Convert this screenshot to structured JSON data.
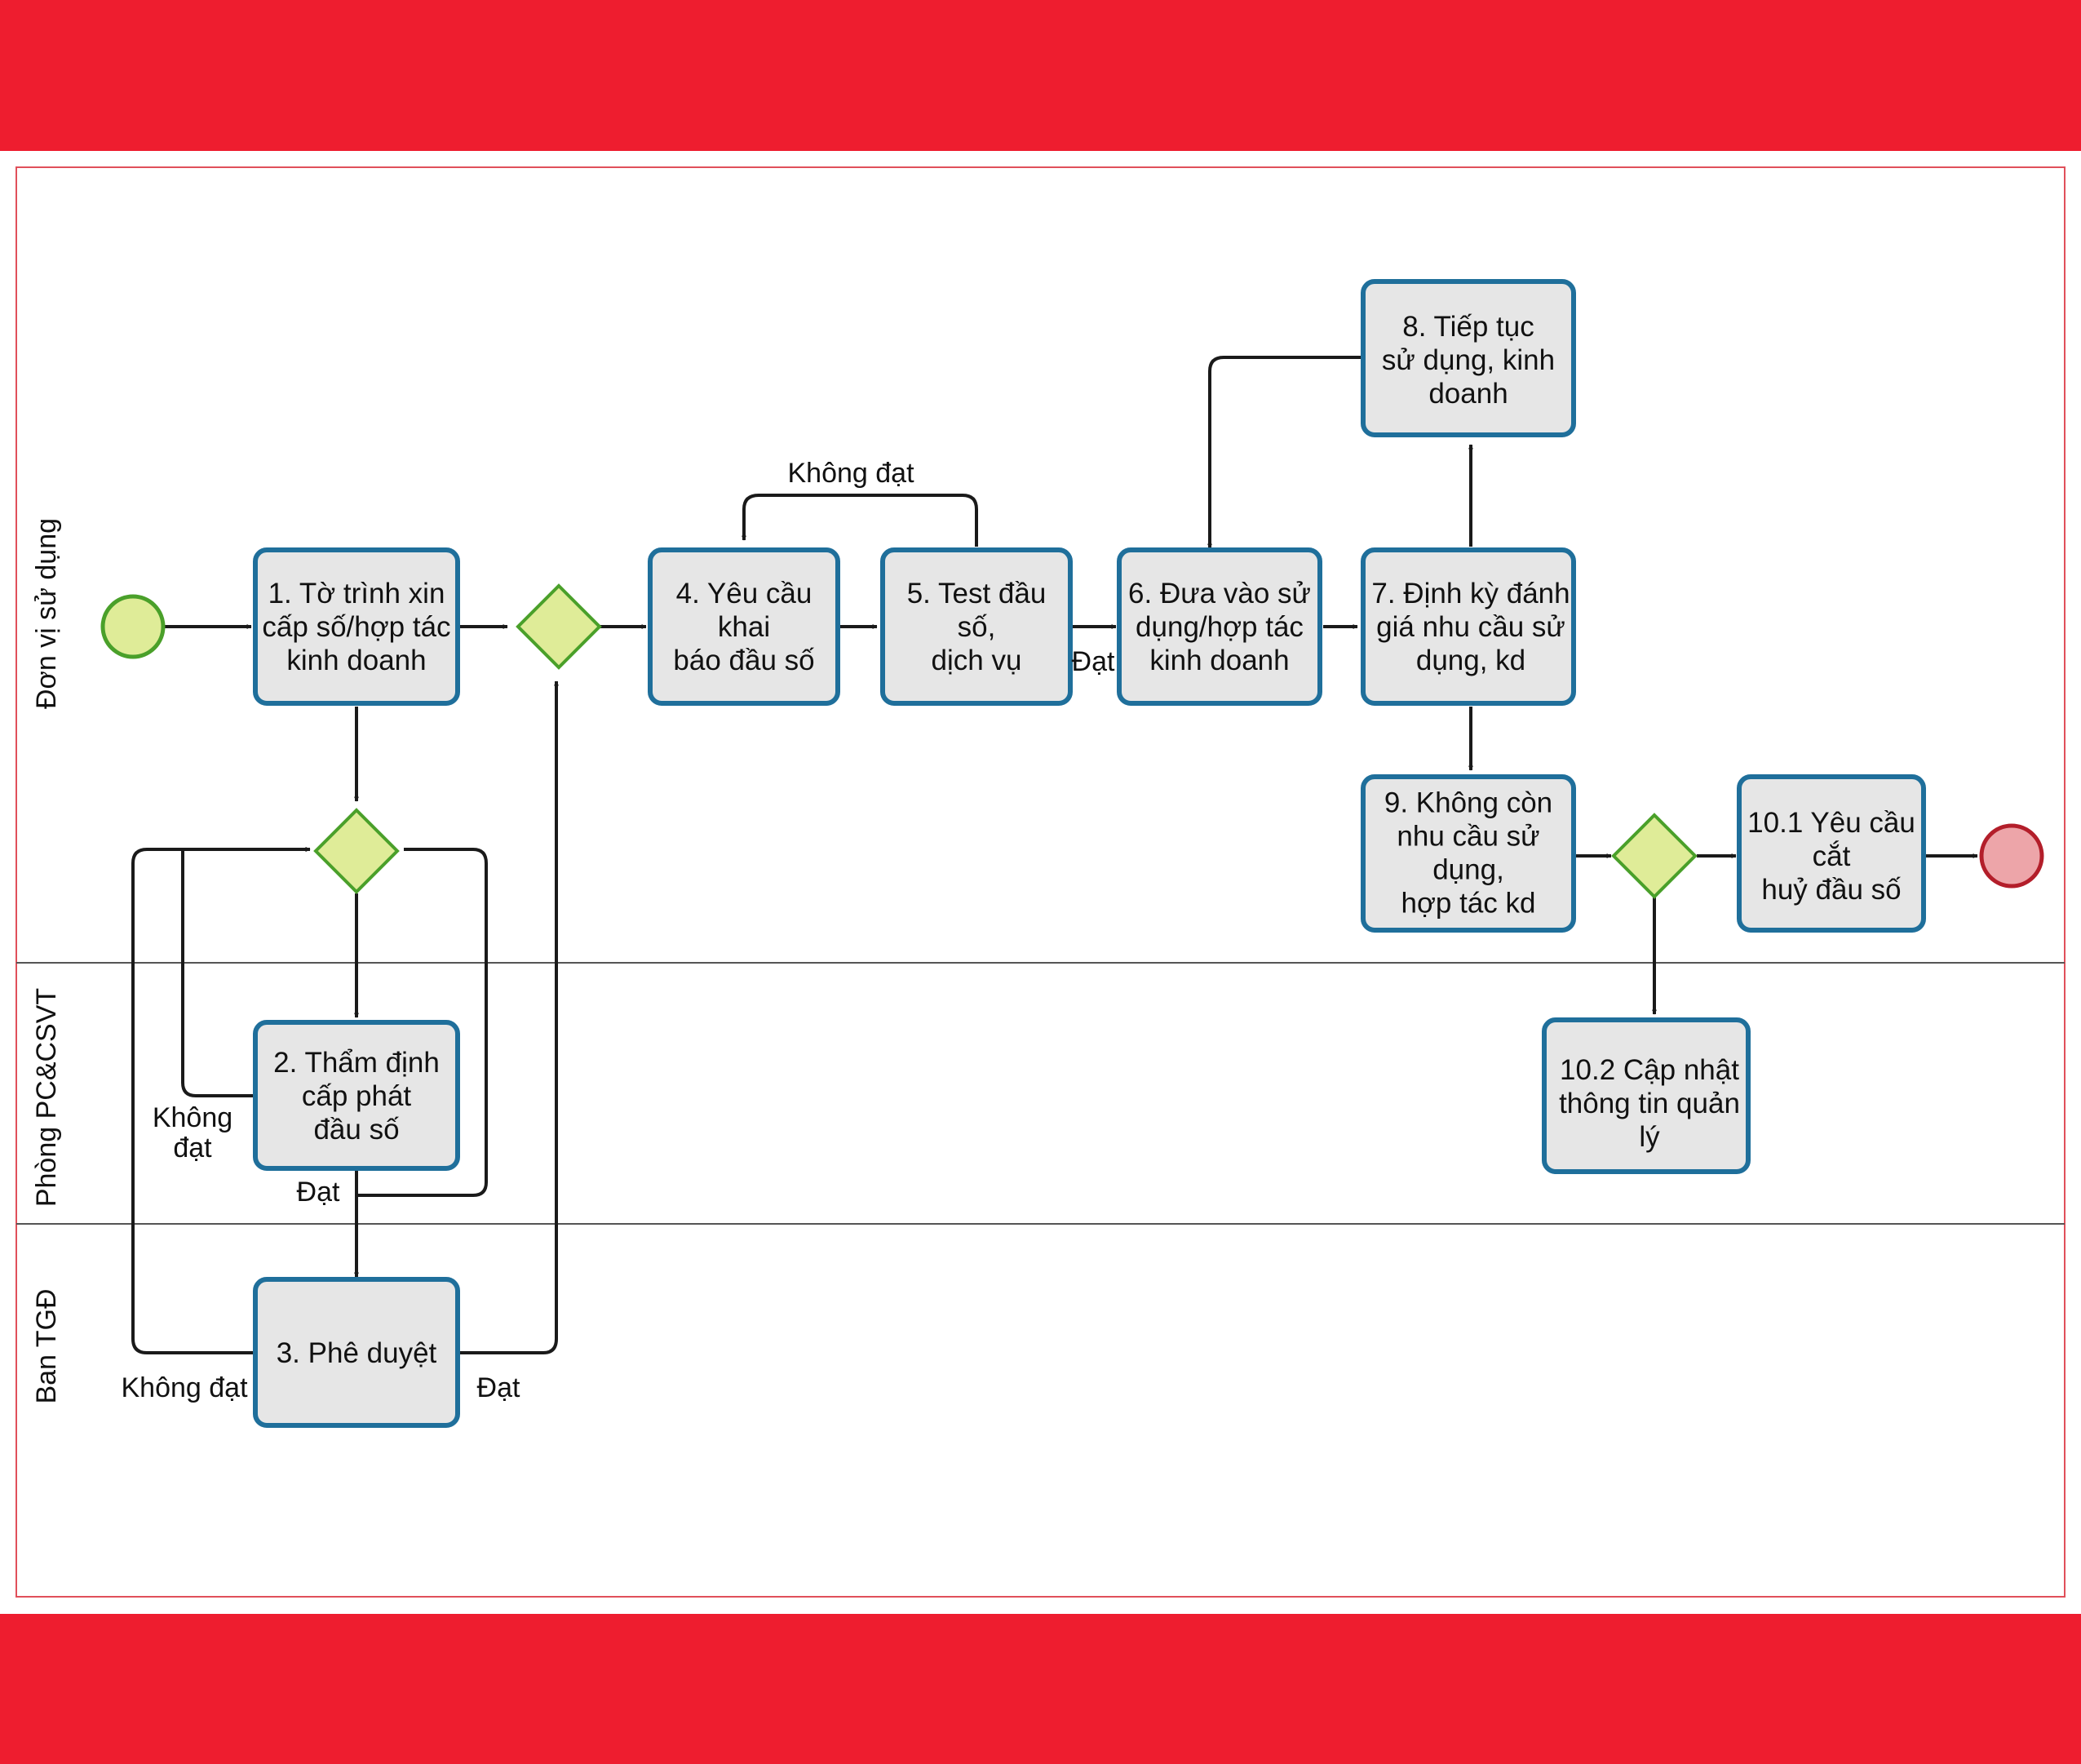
{
  "colors": {
    "band": "#ee1d2f",
    "pool_border": "#e0505a",
    "task_fill": "#e6e6e6",
    "task_border": "#1f6f9b",
    "gateway_fill": "#dfec98",
    "gateway_border": "#4aa02a",
    "start_fill": "#dfec98",
    "start_border": "#4aa02a",
    "end_fill": "#eda5a9",
    "end_border": "#b31e2a",
    "line": "#1a1a1a"
  },
  "lanes": [
    {
      "id": "lane1",
      "label": "Đơn vị sử dụng"
    },
    {
      "id": "lane2",
      "label": "Phòng PC&CSVT"
    },
    {
      "id": "lane3",
      "label": "Ban TGĐ"
    }
  ],
  "tasks": [
    {
      "id": "t1",
      "lines": [
        "1. Tờ trình xin",
        "cấp số/hợp tác",
        "kinh doanh"
      ]
    },
    {
      "id": "t2",
      "lines": [
        "2. Thẩm định",
        "cấp phát",
        "đầu số"
      ]
    },
    {
      "id": "t3",
      "lines": [
        "3. Phê duyệt"
      ]
    },
    {
      "id": "t4",
      "lines": [
        "4. Yêu cầu",
        "khai",
        "báo đầu số"
      ]
    },
    {
      "id": "t5",
      "lines": [
        "5. Test đầu",
        "số,",
        "dịch vụ"
      ]
    },
    {
      "id": "t6",
      "lines": [
        "6. Đưa vào sử",
        "dụng/hợp tác",
        "kinh doanh"
      ]
    },
    {
      "id": "t7",
      "lines": [
        "7. Định kỳ đánh",
        "giá nhu cầu sử",
        "dụng, kd"
      ]
    },
    {
      "id": "t8",
      "lines": [
        "8. Tiếp tục",
        "sử dụng, kinh",
        "doanh"
      ]
    },
    {
      "id": "t9",
      "lines": [
        "9. Không còn",
        "nhu cầu sử",
        "dụng,",
        "hợp tác kd"
      ]
    },
    {
      "id": "t101",
      "lines": [
        "10.1 Yêu cầu",
        "cắt",
        "huỷ đầu số"
      ]
    },
    {
      "id": "t102",
      "lines": [
        "10.2 Cập nhật",
        "thông tin quản",
        "lý"
      ]
    }
  ],
  "edge_labels": {
    "khong_dat_top": "Không đạt",
    "dat_t5": "Đạt",
    "khong_dat_t2_a": "Không",
    "khong_dat_t2_b": "đạt",
    "dat_t2": "Đạt",
    "khong_dat_t3": "Không đạt",
    "dat_t3": "Đạt"
  }
}
